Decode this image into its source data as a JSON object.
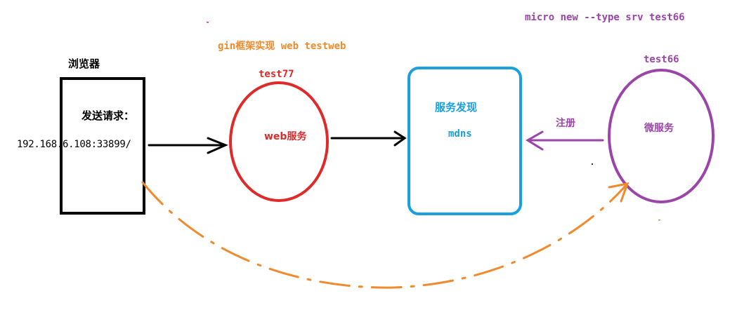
{
  "labels": {
    "cli_command": "micro new --type srv test66",
    "gin_caption": "gin框架实现 web testweb",
    "browser_title": "浏览器",
    "send_request": "发送请求：",
    "request_url": "192.168.6.108:33899/",
    "web_service_name": "test77",
    "web_service_label": "web服务",
    "discovery_label": "服务发现",
    "discovery_impl": "mdns",
    "register_label": "注册",
    "micro_name": "test66",
    "micro_label": "微服务"
  },
  "colors": {
    "purple": "#9b45a8",
    "orange": "#f08a2c",
    "red": "#e02a2a",
    "blue": "#1aa0dd",
    "black": "#000000"
  }
}
